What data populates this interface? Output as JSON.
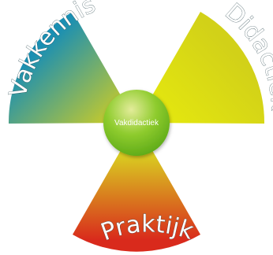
{
  "segments": [
    {
      "label": "Vakkennis",
      "colors": [
        "#1a8fb3",
        "#d4cf20"
      ]
    },
    {
      "label": "Didactiek",
      "colors": [
        "#d2d118",
        "#e4e70f"
      ]
    },
    {
      "label": "Praktijk",
      "colors": [
        "#d92a1c",
        "#d9cf21"
      ]
    }
  ],
  "center": {
    "label": "Vakdidactiek",
    "colors": [
      "#e3ec9a",
      "#8fcc2e",
      "#5aa816"
    ]
  }
}
